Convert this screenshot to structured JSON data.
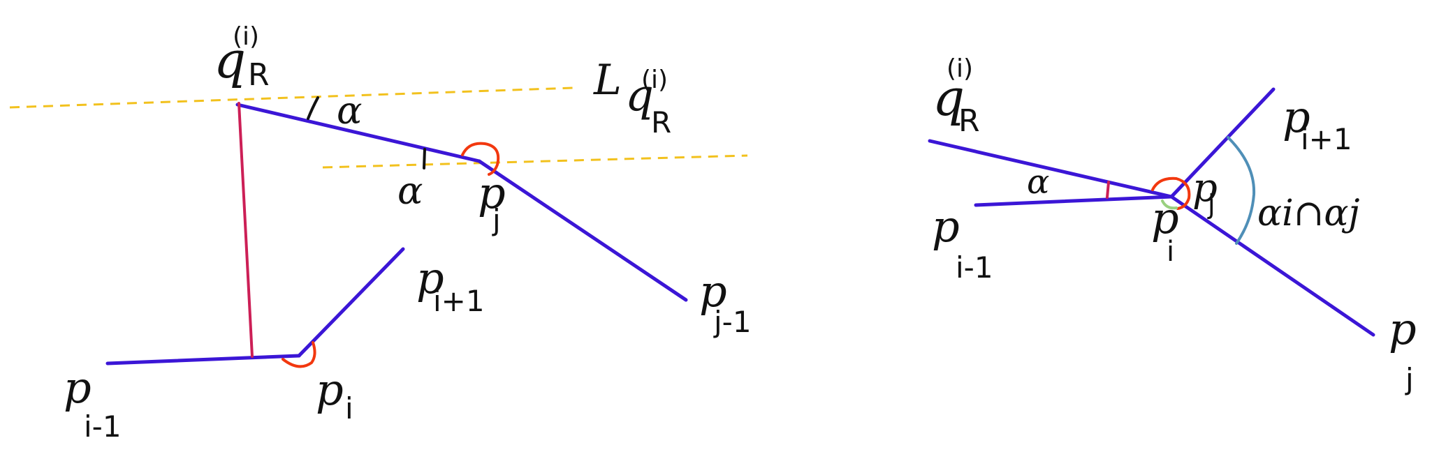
{
  "left_diagram": {
    "q_label": {
      "base": "q",
      "sub": "R",
      "sup": "(i)"
    },
    "line_label": {
      "prefix": "L",
      "base": "q",
      "sub": "R",
      "sup": "(i)"
    },
    "alpha_top": "α",
    "alpha_mid": "α",
    "p_j_label": {
      "base": "p",
      "sub": "j"
    },
    "p_i_plus_1_label": {
      "base": "p",
      "sub": "i+1"
    },
    "p_j_minus_1_label": {
      "base": "p",
      "sub": "j-1"
    },
    "p_i_minus_1_label": {
      "base": "p",
      "sub": "i-1"
    },
    "p_i_label": {
      "base": "p",
      "sub": "i"
    }
  },
  "right_diagram": {
    "q_label": {
      "base": "q",
      "sub": "R",
      "sup": "(i)"
    },
    "alpha_label": "α",
    "p_i_plus_1_label": {
      "base": "p",
      "sub": "i+1"
    },
    "p_j_label": {
      "base": "p",
      "sub": "j"
    },
    "p_i_label": {
      "base": "p",
      "sub": "i"
    },
    "p_i_minus_1_label": {
      "base": "p",
      "sub": "i-1"
    },
    "p_j_bottom_label": {
      "base": "p",
      "sub": "j"
    },
    "intersection_label": "αi∩αj"
  },
  "colors": {
    "blue": "#3b16d6",
    "magenta": "#cc1f56",
    "yellow": "#f2c11d",
    "red_orange": "#f2380f",
    "green": "#9ad07f",
    "steel_blue": "#4f8fb7",
    "black": "#111111"
  }
}
